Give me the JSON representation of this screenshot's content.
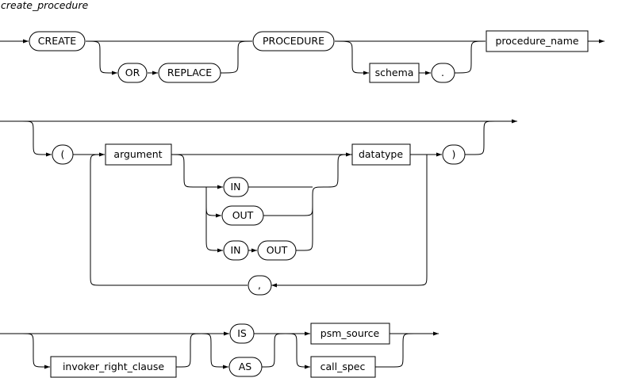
{
  "title": "create_procedure",
  "keywords": {
    "create": "CREATE",
    "or": "OR",
    "replace": "REPLACE",
    "procedure": "PROCEDURE",
    "dot": ".",
    "lparen": "(",
    "rparen": ")",
    "in": "IN",
    "out": "OUT",
    "in2": "IN",
    "out2": "OUT",
    "comma": ",",
    "is": "IS",
    "as": "AS"
  },
  "nonterminals": {
    "schema": "schema",
    "procedure_name": "procedure_name",
    "argument": "argument",
    "datatype": "datatype",
    "invoker_right_clause": "invoker_right_clause",
    "psm_source": "psm_source",
    "call_spec": "call_spec"
  }
}
